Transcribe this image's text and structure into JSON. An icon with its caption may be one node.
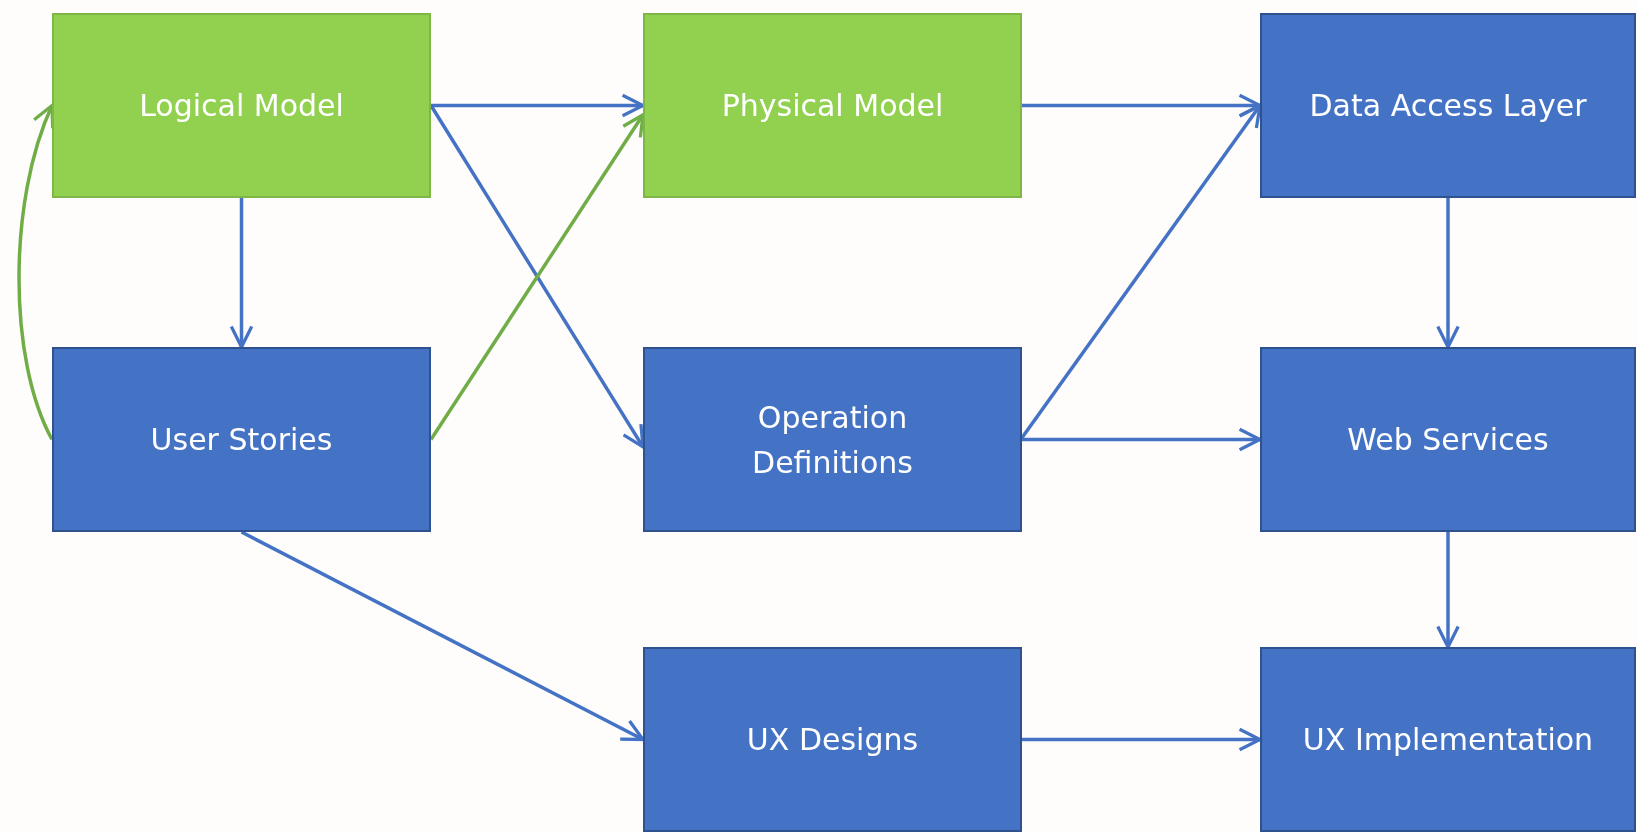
{
  "diagram": {
    "nodes": [
      {
        "text": [
          "Logical Model"
        ]
      },
      {
        "text": [
          "Physical Model"
        ]
      },
      {
        "text": [
          "Data Access Layer"
        ]
      },
      {
        "text": [
          "User Stories"
        ]
      },
      {
        "text": [
          "Operation Definitions"
        ]
      },
      {
        "text": [
          "Web Services"
        ]
      },
      {
        "text": [
          "UX Designs"
        ]
      },
      {
        "text": [
          "UX Implementation"
        ]
      }
    ],
    "edges": [
      {
        "from": 0,
        "to": 1,
        "arrow": "to"
      },
      {
        "from": 0,
        "to": 4,
        "arrow": "to"
      },
      {
        "from": 0,
        "to": 3,
        "arrow": "to"
      },
      {
        "from": 3,
        "to": 0,
        "arrow": "to",
        "color": "#70ad47"
      },
      {
        "from": 3,
        "to": 1,
        "arrow": "to",
        "color": "#70ad47"
      },
      {
        "from": 3,
        "to": 6,
        "arrow": "to"
      },
      {
        "from": 1,
        "to": 2,
        "arrow": "to"
      },
      {
        "from": 4,
        "to": 2,
        "arrow": "to"
      },
      {
        "from": 4,
        "to": 5,
        "arrow": "to"
      },
      {
        "from": 2,
        "to": 5,
        "arrow": "to"
      },
      {
        "from": 5,
        "to": 7,
        "arrow": "to"
      },
      {
        "from": 6,
        "to": 7,
        "arrow": "to"
      }
    ]
  }
}
